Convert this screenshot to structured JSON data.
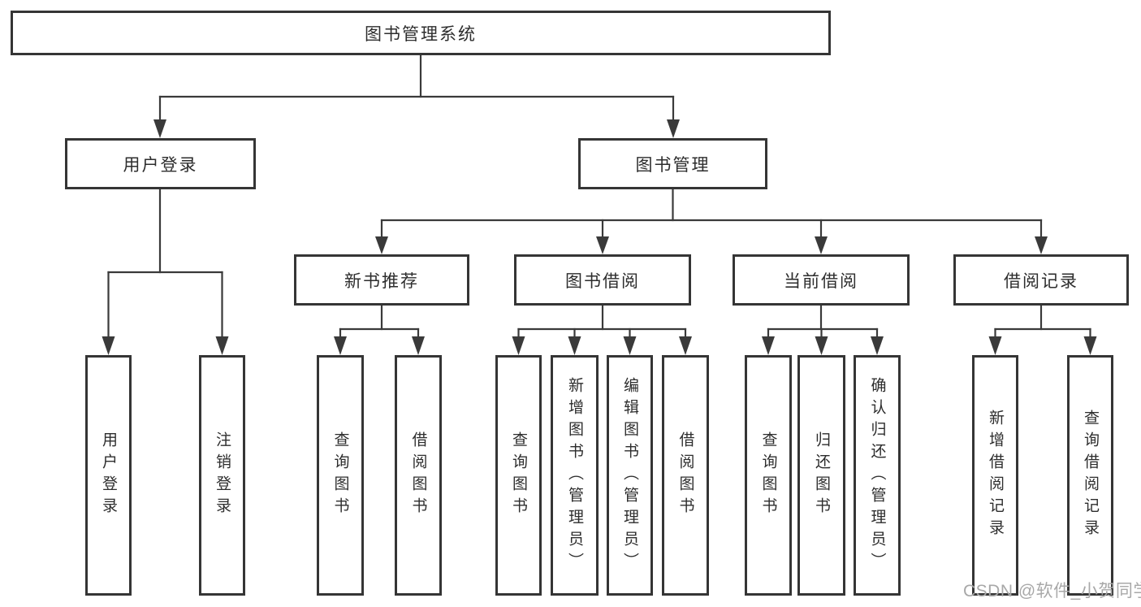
{
  "diagram": {
    "title": "图书管理系统",
    "level2": {
      "user_login": "用户登录",
      "book_mgmt": "图书管理"
    },
    "level3": {
      "new_book_rec": "新书推荐",
      "book_borrow": "图书借阅",
      "current_borrow": "当前借阅",
      "borrow_records": "借阅记录"
    },
    "leaves": {
      "user_login_leaf": "用户登录",
      "logout_leaf": "注销登录",
      "rec_query_books": "查询图书",
      "rec_borrow_books": "借阅图书",
      "bb_query_books": "查询图书",
      "bb_add_books": "新增图书（管理员）",
      "bb_edit_books": "编辑图书（管理员）",
      "bb_borrow_books": "借阅图书",
      "cb_query_books": "查询图书",
      "cb_return_books": "归还图书",
      "cb_confirm_return": "确认归还（管理员）",
      "br_add_record": "新增借阅记录",
      "br_query_record": "查询借阅记录"
    }
  },
  "watermark": "CSDN @软件_小贺同学",
  "colors": {
    "line": "#3a3a3a",
    "box_border": "#353535",
    "text": "#2d2d2d",
    "watermark": "#a8a8a8",
    "background": "#ffffff"
  }
}
